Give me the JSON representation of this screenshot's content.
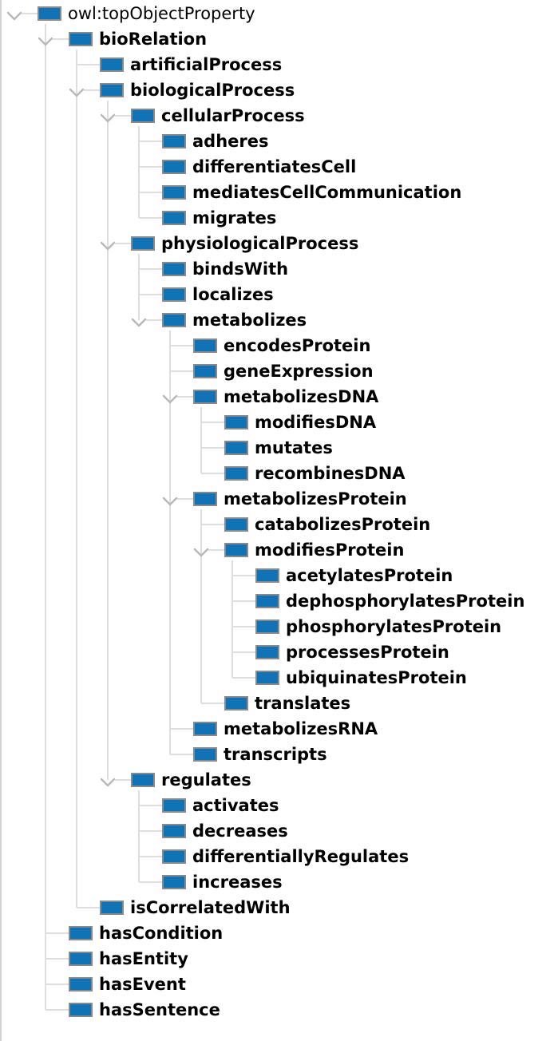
{
  "panel": {
    "title": "object-property-hierarchy"
  },
  "colors": {
    "background": "#ffffff",
    "icon_fill": "#0f73b5",
    "icon_border": "#8a8a8a",
    "connector_line": "#dedede",
    "chevron": "#b8b8b8",
    "left_border": "#d2d2d2",
    "text": "#000000"
  },
  "tree": {
    "nodes": [
      {
        "label": "owl:topObjectProperty",
        "level": 0,
        "expanded": true,
        "has_children": true,
        "bold": false
      },
      {
        "label": "bioRelation",
        "level": 1,
        "expanded": true,
        "has_children": true,
        "bold": true
      },
      {
        "label": "artificialProcess",
        "level": 2,
        "expanded": false,
        "has_children": false,
        "bold": true
      },
      {
        "label": "biologicalProcess",
        "level": 2,
        "expanded": true,
        "has_children": true,
        "bold": true
      },
      {
        "label": "cellularProcess",
        "level": 3,
        "expanded": true,
        "has_children": true,
        "bold": true
      },
      {
        "label": "adheres",
        "level": 4,
        "expanded": false,
        "has_children": false,
        "bold": true
      },
      {
        "label": "differentiatesCell",
        "level": 4,
        "expanded": false,
        "has_children": false,
        "bold": true
      },
      {
        "label": "mediatesCellCommunication",
        "level": 4,
        "expanded": false,
        "has_children": false,
        "bold": true
      },
      {
        "label": "migrates",
        "level": 4,
        "expanded": false,
        "has_children": false,
        "bold": true
      },
      {
        "label": "physiologicalProcess",
        "level": 3,
        "expanded": true,
        "has_children": true,
        "bold": true
      },
      {
        "label": "bindsWith",
        "level": 4,
        "expanded": false,
        "has_children": false,
        "bold": true
      },
      {
        "label": "localizes",
        "level": 4,
        "expanded": false,
        "has_children": false,
        "bold": true
      },
      {
        "label": "metabolizes",
        "level": 4,
        "expanded": true,
        "has_children": true,
        "bold": true
      },
      {
        "label": "encodesProtein",
        "level": 5,
        "expanded": false,
        "has_children": false,
        "bold": true
      },
      {
        "label": "geneExpression",
        "level": 5,
        "expanded": false,
        "has_children": false,
        "bold": true
      },
      {
        "label": "metabolizesDNA",
        "level": 5,
        "expanded": true,
        "has_children": true,
        "bold": true
      },
      {
        "label": "modifiesDNA",
        "level": 6,
        "expanded": false,
        "has_children": false,
        "bold": true
      },
      {
        "label": "mutates",
        "level": 6,
        "expanded": false,
        "has_children": false,
        "bold": true
      },
      {
        "label": "recombinesDNA",
        "level": 6,
        "expanded": false,
        "has_children": false,
        "bold": true
      },
      {
        "label": "metabolizesProtein",
        "level": 5,
        "expanded": true,
        "has_children": true,
        "bold": true
      },
      {
        "label": "catabolizesProtein",
        "level": 6,
        "expanded": false,
        "has_children": false,
        "bold": true
      },
      {
        "label": "modifiesProtein",
        "level": 6,
        "expanded": true,
        "has_children": true,
        "bold": true
      },
      {
        "label": "acetylatesProtein",
        "level": 7,
        "expanded": false,
        "has_children": false,
        "bold": true
      },
      {
        "label": "dephosphorylatesProtein",
        "level": 7,
        "expanded": false,
        "has_children": false,
        "bold": true
      },
      {
        "label": "phosphorylatesProtein",
        "level": 7,
        "expanded": false,
        "has_children": false,
        "bold": true
      },
      {
        "label": "processesProtein",
        "level": 7,
        "expanded": false,
        "has_children": false,
        "bold": true
      },
      {
        "label": "ubiquinatesProtein",
        "level": 7,
        "expanded": false,
        "has_children": false,
        "bold": true
      },
      {
        "label": "translates",
        "level": 6,
        "expanded": false,
        "has_children": false,
        "bold": true
      },
      {
        "label": "metabolizesRNA",
        "level": 5,
        "expanded": false,
        "has_children": false,
        "bold": true
      },
      {
        "label": "transcripts",
        "level": 5,
        "expanded": false,
        "has_children": false,
        "bold": true
      },
      {
        "label": "regulates",
        "level": 3,
        "expanded": true,
        "has_children": true,
        "bold": true
      },
      {
        "label": "activates",
        "level": 4,
        "expanded": false,
        "has_children": false,
        "bold": true
      },
      {
        "label": "decreases",
        "level": 4,
        "expanded": false,
        "has_children": false,
        "bold": true
      },
      {
        "label": "differentiallyRegulates",
        "level": 4,
        "expanded": false,
        "has_children": false,
        "bold": true
      },
      {
        "label": "increases",
        "level": 4,
        "expanded": false,
        "has_children": false,
        "bold": true
      },
      {
        "label": "isCorrelatedWith",
        "level": 2,
        "expanded": false,
        "has_children": false,
        "bold": true
      },
      {
        "label": "hasCondition",
        "level": 1,
        "expanded": false,
        "has_children": false,
        "bold": true
      },
      {
        "label": "hasEntity",
        "level": 1,
        "expanded": false,
        "has_children": false,
        "bold": true
      },
      {
        "label": "hasEvent",
        "level": 1,
        "expanded": false,
        "has_children": false,
        "bold": true
      },
      {
        "label": "hasSentence",
        "level": 1,
        "expanded": false,
        "has_children": false,
        "bold": true
      }
    ]
  }
}
